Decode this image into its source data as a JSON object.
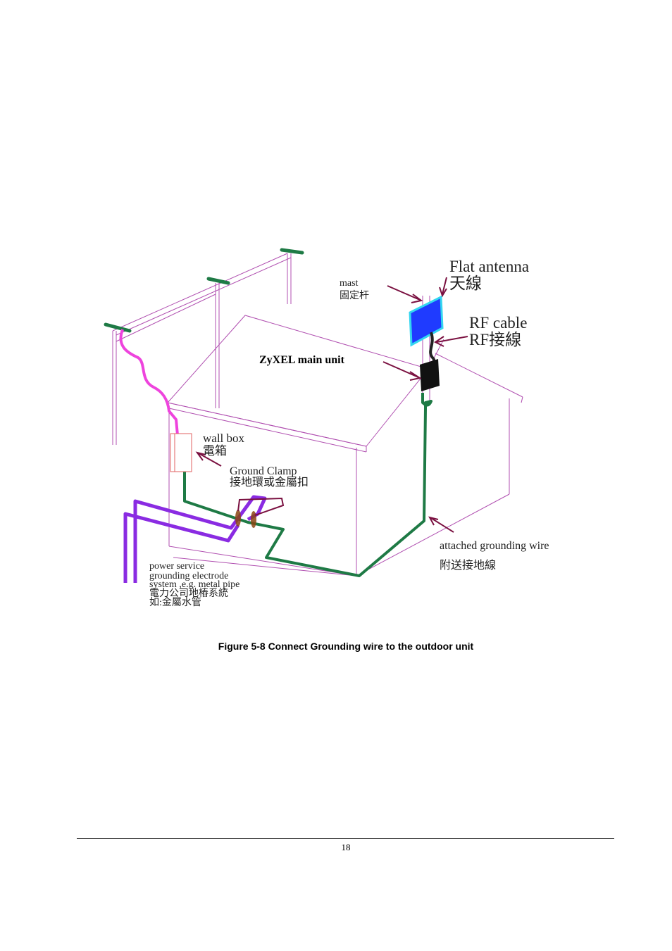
{
  "figure": {
    "labels": {
      "mast_en": "mast",
      "mast_zh": "固定杆",
      "antenna_en": "Flat antenna",
      "antenna_zh": "天線",
      "rfcable_en": "RF cable",
      "rfcable_zh": "RF接線",
      "mainunit": "ZyXEL main unit",
      "wallbox_en": "wall box",
      "wallbox_zh": "電箱",
      "clamp_en": "Ground Clamp",
      "clamp_zh": "接地環或金屬扣",
      "wire_en": "attached grounding wire",
      "wire_zh": "附送接地線",
      "power_1": "power service",
      "power_2": "grounding electrode",
      "power_3": "system ,e.g. metal pipe",
      "power_4": "電力公司地樁系統",
      "power_5": "如:金屬水管"
    },
    "colors": {
      "outline": "#b04fb0",
      "ground_wire": "#1e7a45",
      "power_wire": "#ee44dd",
      "pipe": "#8a2be2",
      "antenna": "#1f3bff",
      "antenna_edge": "#33d6f0",
      "arrow": "#7a1040",
      "main_unit": "#111111"
    }
  },
  "caption": "Figure 5-8 Connect Grounding wire to the outdoor unit",
  "page_number": "18"
}
